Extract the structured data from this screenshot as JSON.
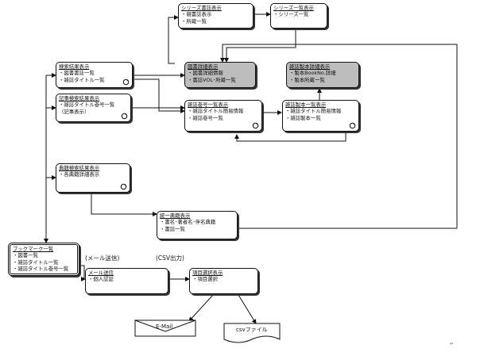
{
  "boxes": {
    "series_detail": {
      "title": "シリーズ書誌表示",
      "lines": [
        "・親書誌表示",
        "・所蔵一覧"
      ]
    },
    "series_list": {
      "title": "シリーズ一覧表示",
      "lines": [
        "・シリーズ一覧"
      ]
    },
    "search_results": {
      "title": "検索結果表示",
      "lines": [
        "・図書書誌一覧",
        "・雑誌タイトル一覧"
      ]
    },
    "book_detail": {
      "title": "図書詳細表示",
      "lines": [
        "・図書詳細情報",
        "・書誌VOL･所蔵一覧"
      ]
    },
    "binding_detail": {
      "title": "雑誌製本詳細表示",
      "lines": [
        "・製本BookNo.詳細",
        "・製本所蔵一覧"
      ]
    },
    "article_results": {
      "title": "記事検索結果表示",
      "lines": [
        "・雑誌タイトル巻号一覧",
        "（記事表示）"
      ]
    },
    "issue_list": {
      "title": "雑誌巻号一覧表示",
      "lines": [
        "・雑誌タイトル簡易情報",
        "・雑誌巻号一覧"
      ]
    },
    "binding_list": {
      "title": "雑誌製本一覧表示",
      "lines": [
        "・雑誌タイトル簡易情報",
        "・雑誌製本一覧"
      ]
    },
    "classics_results": {
      "title": "典籍検索結果表示",
      "lines": [
        "・各典籍詳細表示"
      ]
    },
    "classics_unified": {
      "title": "統一典籍表示",
      "lines": [
        "・書名･著者名･伴名典籍",
        "・書誌一覧"
      ]
    },
    "bookmarks": {
      "title": "ブックマーク一覧",
      "lines": [
        "・図書一覧",
        "・雑誌タイトル一覧",
        "・雑誌タイトル巻号一覧"
      ]
    },
    "mail_send": {
      "title": "メール送信",
      "lines": [
        "・個人認証"
      ]
    },
    "item_select": {
      "title": "項目選択表示",
      "lines": [
        "・項目選択"
      ]
    }
  },
  "labels": {
    "mail_label": "(メール送信)",
    "csv_label": "(CSV出力)"
  },
  "shapes": {
    "email": "E-Mail",
    "csv_file": "csvファイル"
  },
  "marks": {
    "return": "↵"
  }
}
